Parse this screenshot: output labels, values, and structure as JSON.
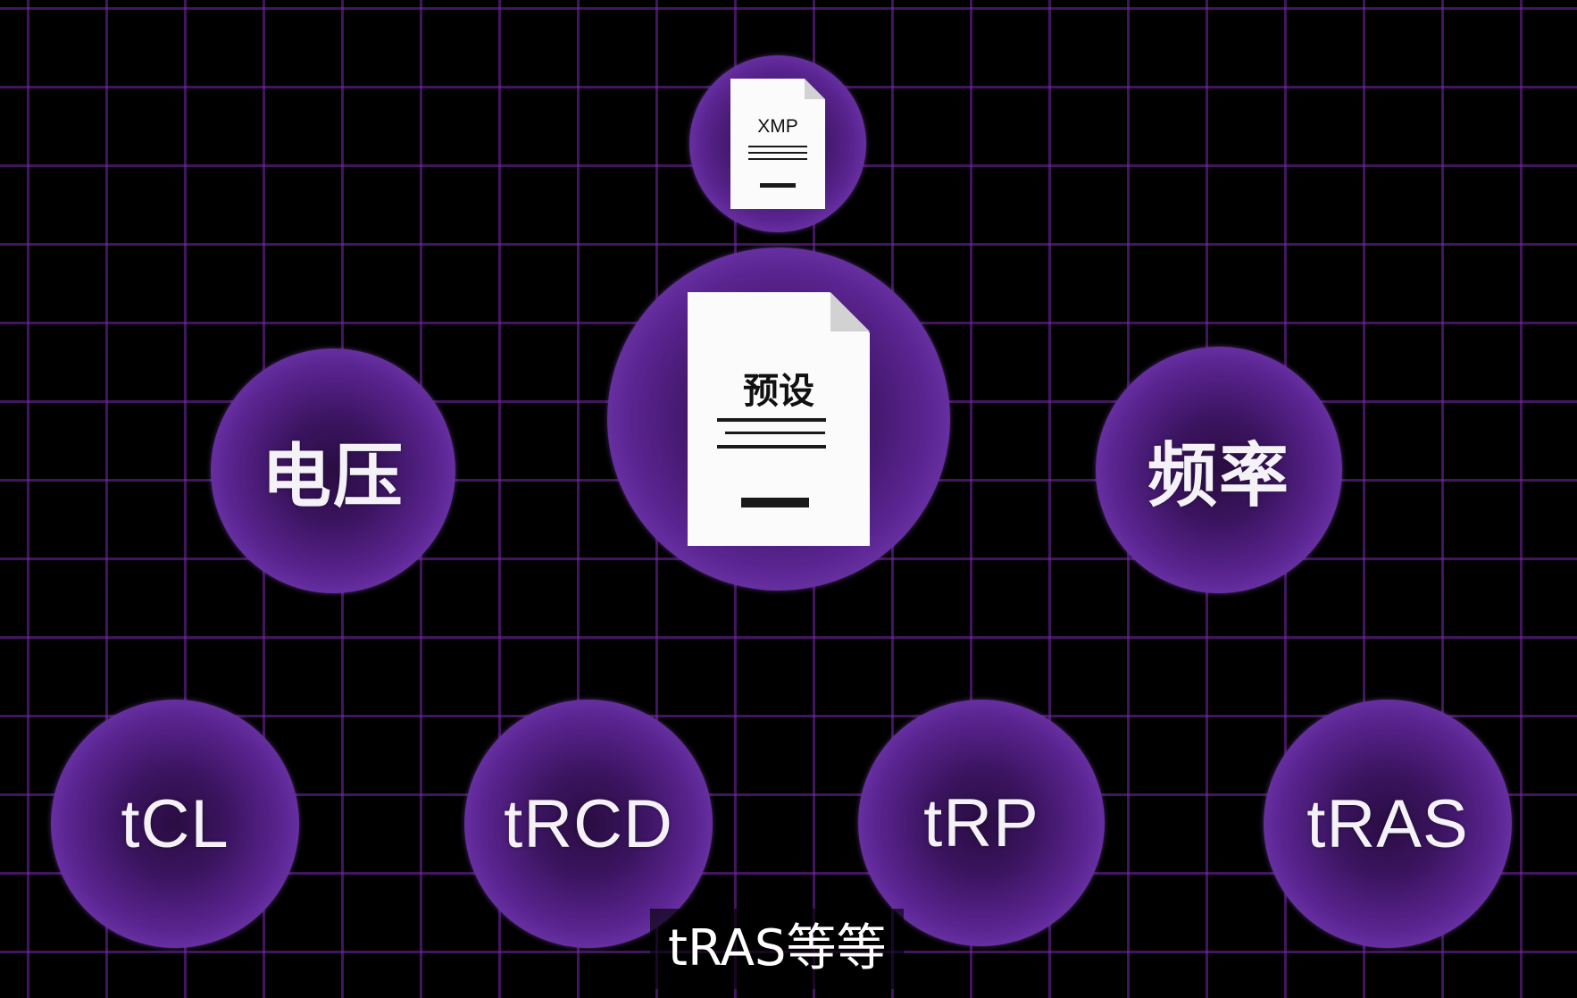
{
  "diagram": {
    "top_doc": {
      "title": "XMP"
    },
    "preset_doc": {
      "title": "预设"
    },
    "nodes": {
      "voltage": "电压",
      "frequency": "频率",
      "tcl": "tCL",
      "trcd": "tRCD",
      "trp": "tRP",
      "tras": "tRAS"
    }
  },
  "subtitle": "tRAS等等",
  "colors": {
    "grid": "#7828aa",
    "bubble_edge": "#8a52c6",
    "bubble_core": "#2a0d42",
    "background": "#000000"
  }
}
